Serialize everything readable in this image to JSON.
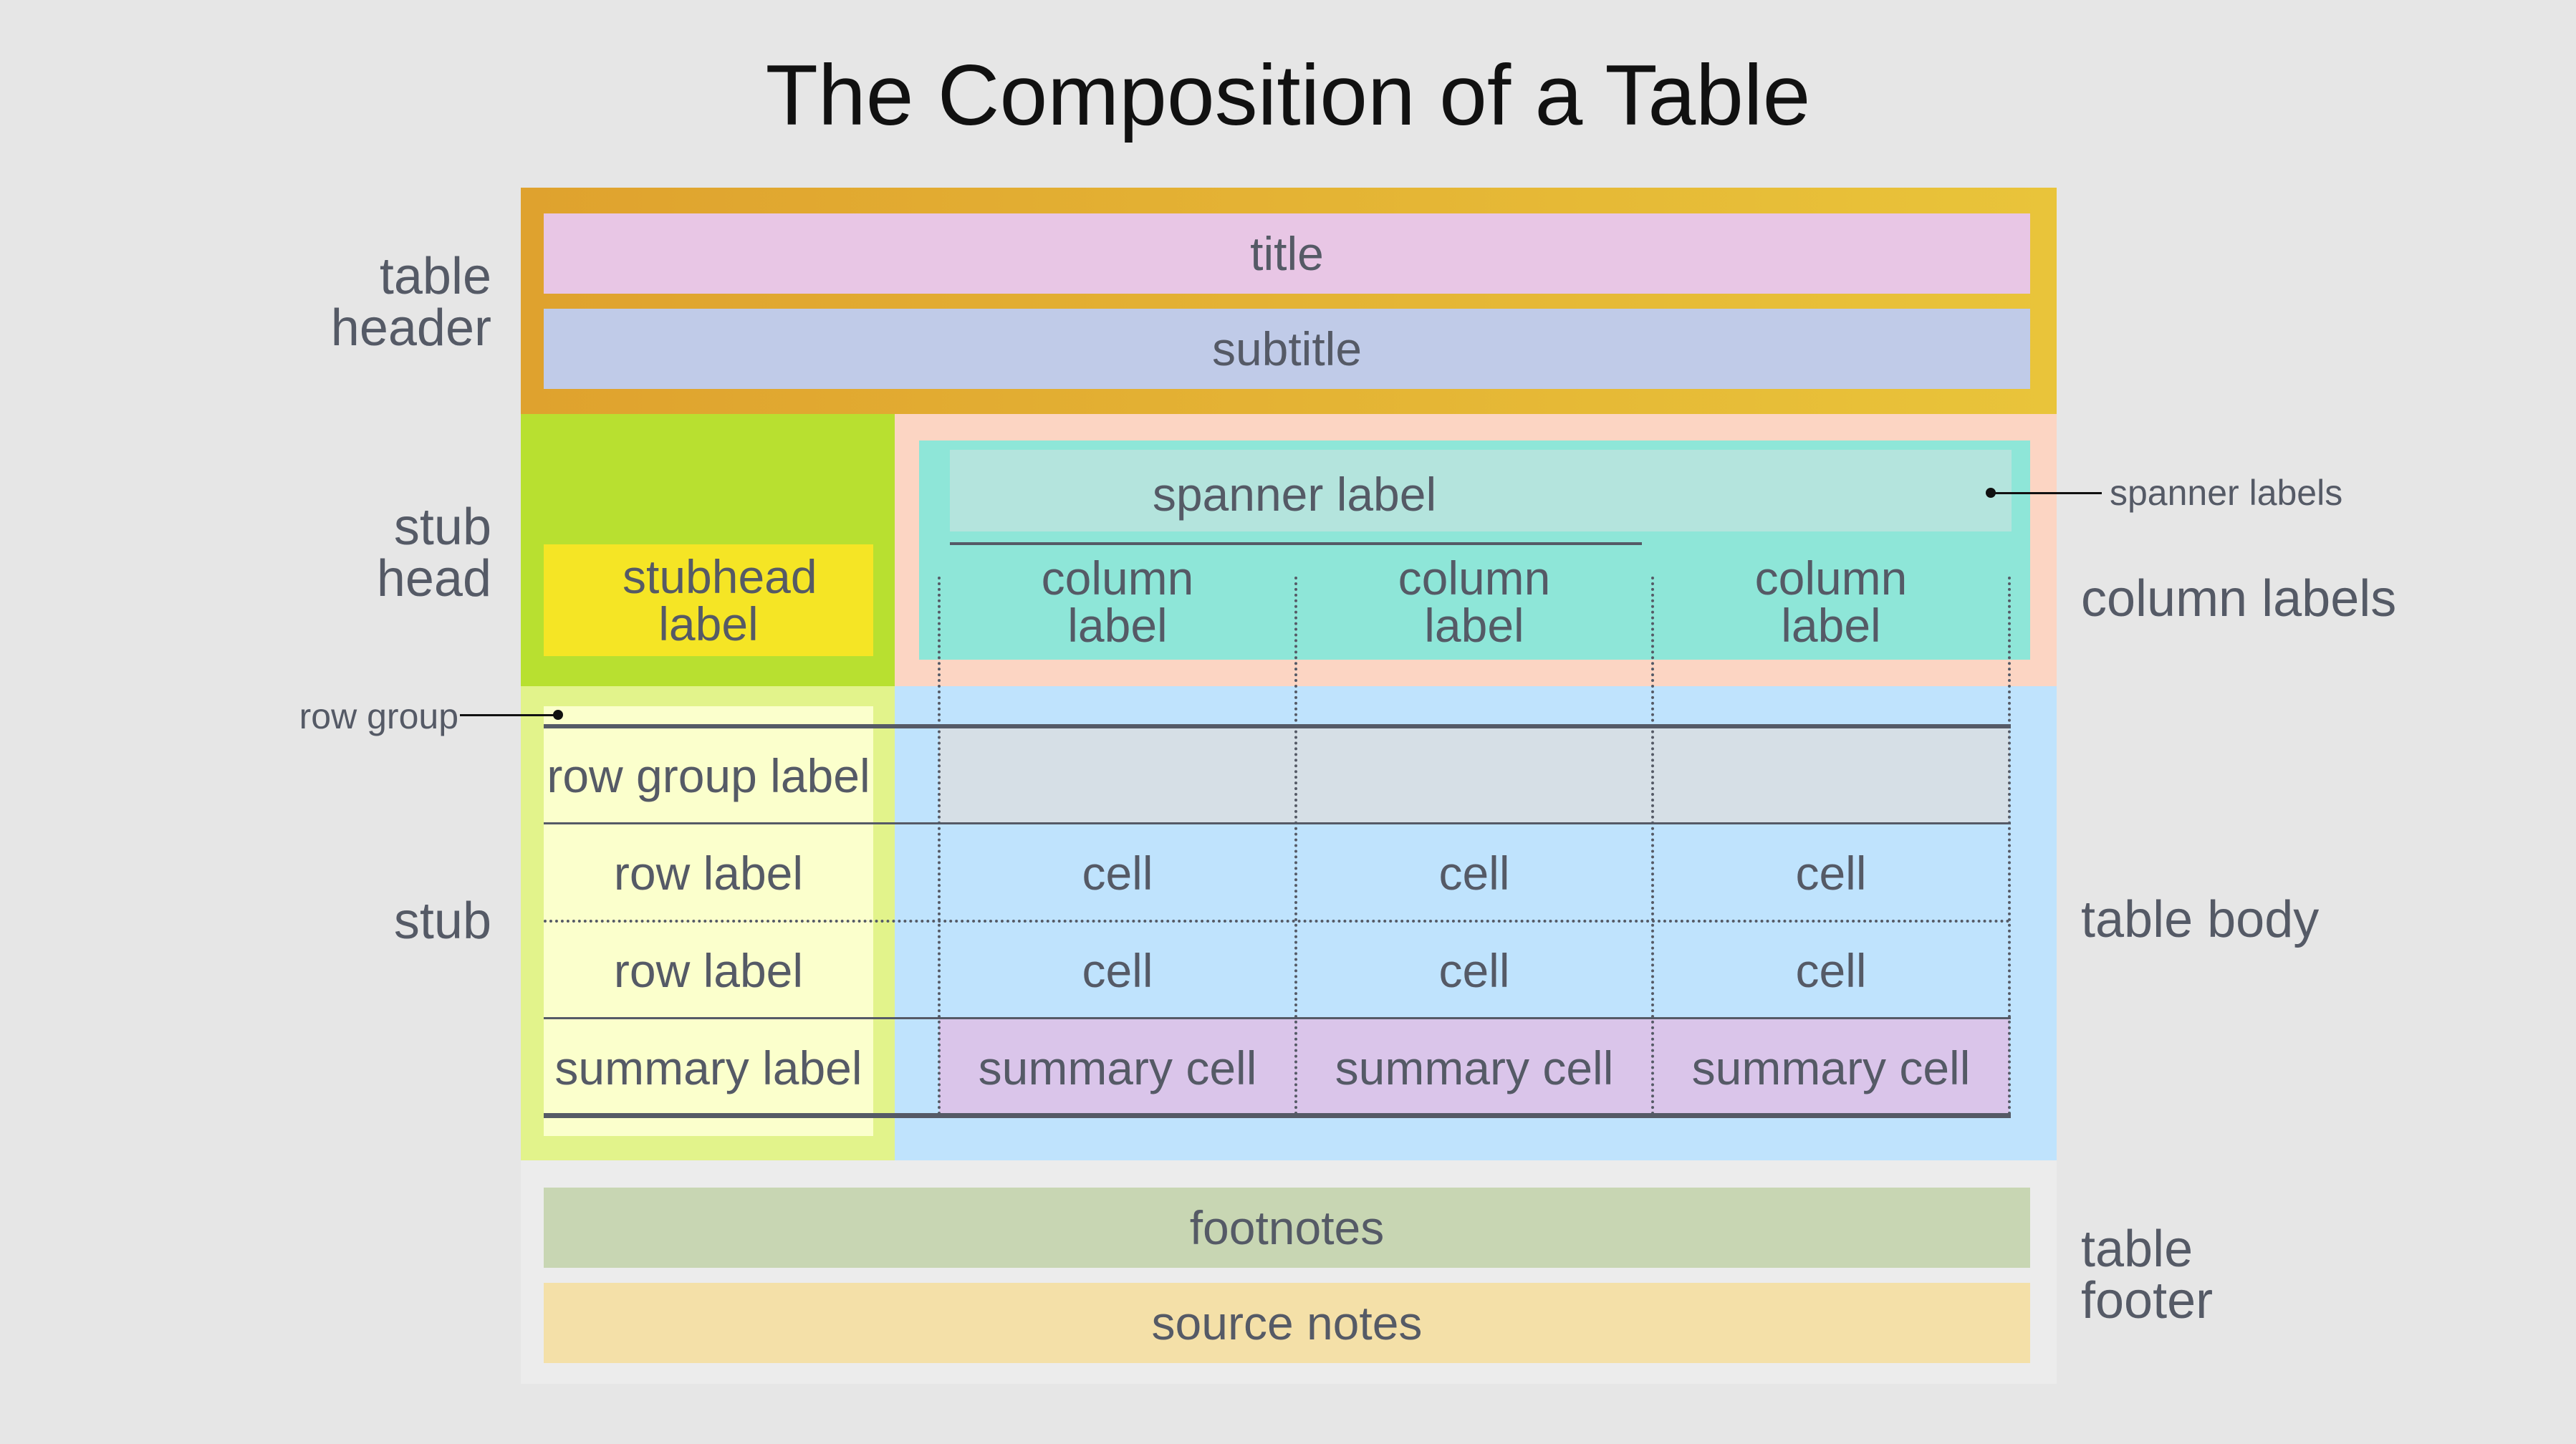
{
  "heading": "The Composition of a Table",
  "side_labels": {
    "table_header": "table header",
    "stub_head": "stub head",
    "stub": "stub",
    "row_group": "row group",
    "spanner_labels": "spanner labels",
    "column_labels": "column labels",
    "table_body": "table body",
    "table_footer": "table footer"
  },
  "header": {
    "title": "title",
    "subtitle": "subtitle"
  },
  "stubhead_label": "stubhead label",
  "spanner_label": "spanner label",
  "column_labels": [
    "column label",
    "column label",
    "column label"
  ],
  "body": {
    "row_group_label": "row group label",
    "rows": [
      {
        "label": "row label",
        "cells": [
          "cell",
          "cell",
          "cell"
        ]
      },
      {
        "label": "row label",
        "cells": [
          "cell",
          "cell",
          "cell"
        ]
      }
    ],
    "summary": {
      "label": "summary label",
      "cells": [
        "summary cell",
        "summary cell",
        "summary cell"
      ]
    }
  },
  "footer": {
    "footnotes": "footnotes",
    "source_notes": "source notes"
  },
  "colors": {
    "background": "#e6e6e6",
    "table_header_from": "#dfa22e",
    "table_header_to": "#e9c43a",
    "title": "#e8c6e5",
    "subtitle": "#c0cbe8",
    "stub_head": "#b8e030",
    "stubhead_label": "#f5e525",
    "column_labels_area": "#fcd5c3",
    "spanner_area": "#8ee6d8",
    "spanner_label": "#b4e4dd",
    "stub": "#e2f38b",
    "stub_labels": "#fbffcc",
    "table_body": "#bfe3fd",
    "row_group_band": "#d6dfe6",
    "summary_cells": "#dac5ea",
    "table_footer": "#ececec",
    "footnotes": "#c8d6b3",
    "source_notes": "#f4e0a8"
  }
}
